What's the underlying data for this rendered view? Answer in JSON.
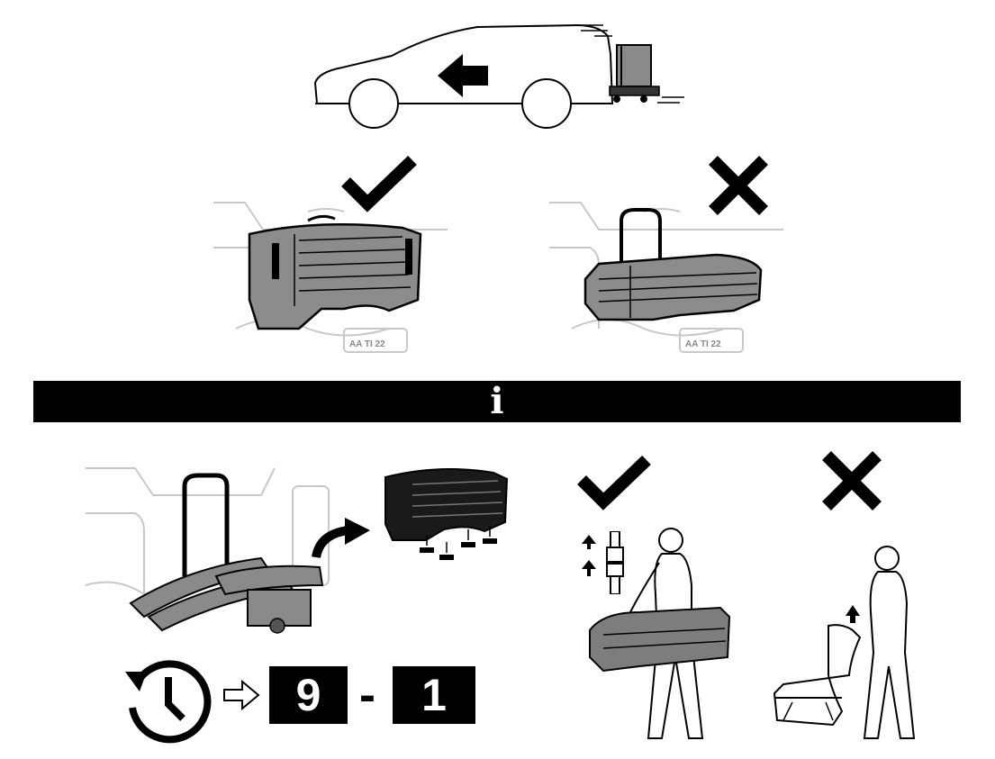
{
  "figure": {
    "info_symbol": "i",
    "plate_text": "AA TI 22",
    "time_from": "9",
    "time_separator": "-",
    "time_to": "1",
    "icons": {
      "drive_direction": "arrow-left-icon",
      "correct": "checkmark-icon",
      "incorrect": "cross-icon",
      "time": "clock-history-icon",
      "flow": "outline-arrow-right-icon",
      "move": "curved-arrow-icon"
    }
  }
}
